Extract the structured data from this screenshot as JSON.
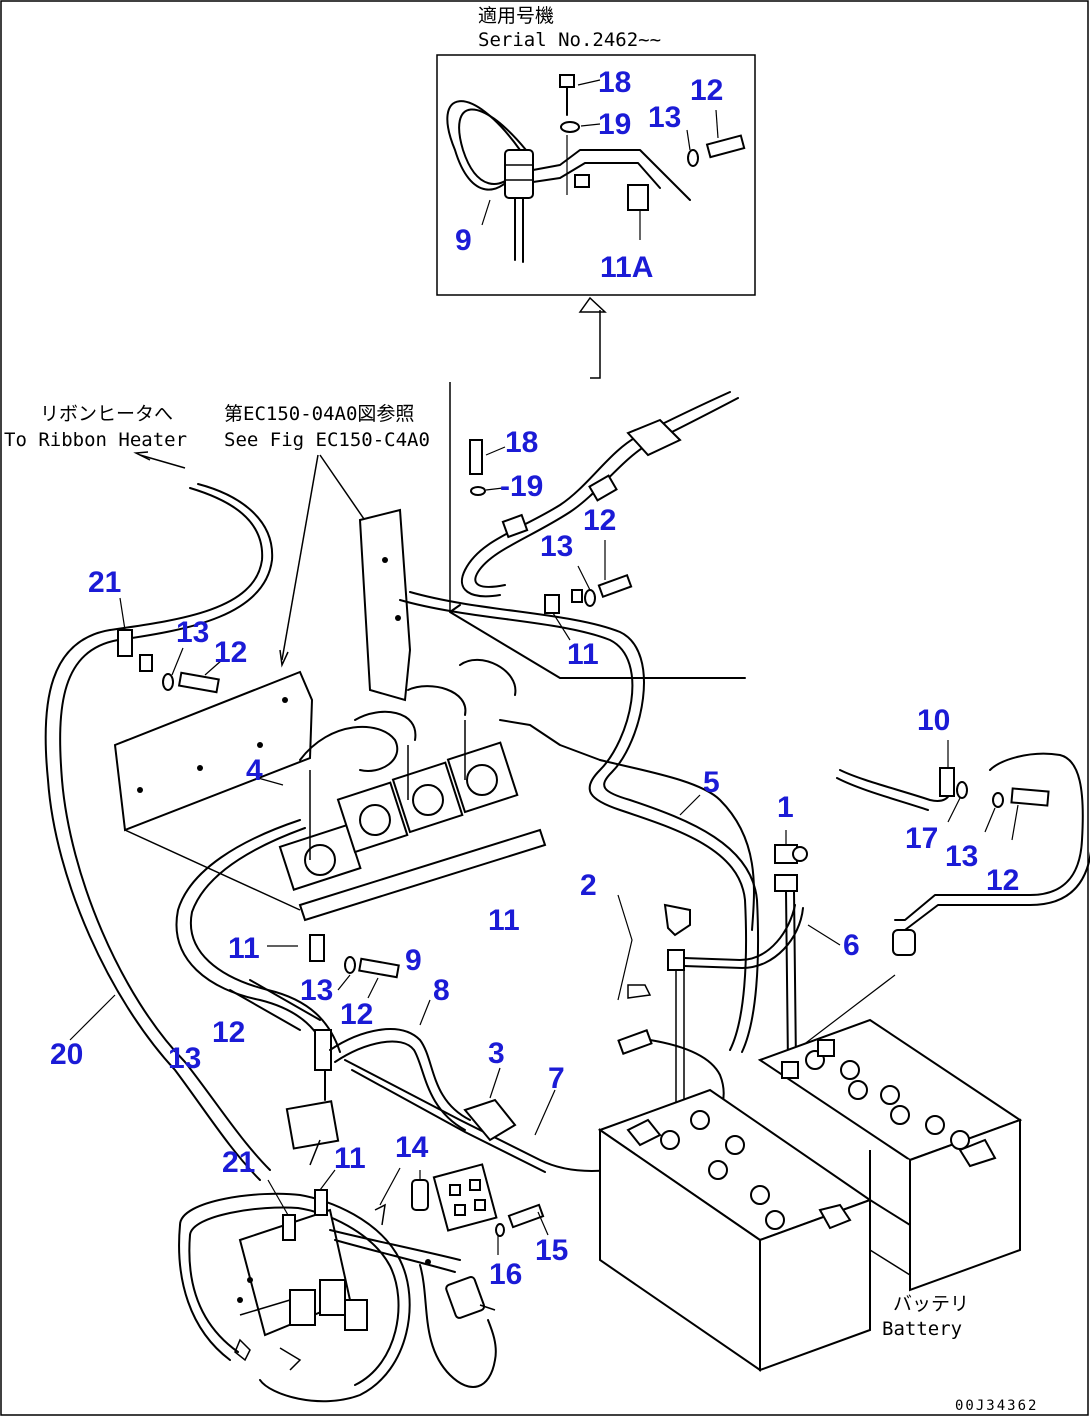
{
  "inset": {
    "note_jp": "適用号機",
    "note_en": "Serial No.2462~~"
  },
  "notes": {
    "ribbon_jp": "リボンヒータへ",
    "ribbon_en": "To Ribbon Heater",
    "seefig_jp": "第EC150-04A0図参照",
    "seefig_en": "See Fig EC150-C4A0",
    "battery_jp": "バッテリ",
    "battery_en": "Battery"
  },
  "drawing_code": "00J34362",
  "callouts": {
    "c18a": "18",
    "c19a": "19",
    "c13a": "13",
    "c12a": "12",
    "c9a": "9",
    "c11Aa": "11A",
    "c18b": "18",
    "c19b": "-19",
    "c12b": "12",
    "c13b": "13",
    "c11b": "11",
    "c21a": "21",
    "c13c": "13",
    "c12c": "12",
    "c10": "10",
    "c1": "1",
    "c5": "5",
    "c4": "4",
    "c17": "17",
    "c13d": "13",
    "c12d": "12",
    "c11c": "11",
    "c2": "2",
    "c6": "6",
    "c11d": "11",
    "c9b": "9",
    "c13e": "13",
    "c12e": "12",
    "c8": "8",
    "c3": "3",
    "c7": "7",
    "c20": "20",
    "c12f": "12",
    "c13f": "13",
    "c21b": "21",
    "c11e": "11",
    "c14": "14",
    "c15": "15",
    "c16": "16"
  }
}
